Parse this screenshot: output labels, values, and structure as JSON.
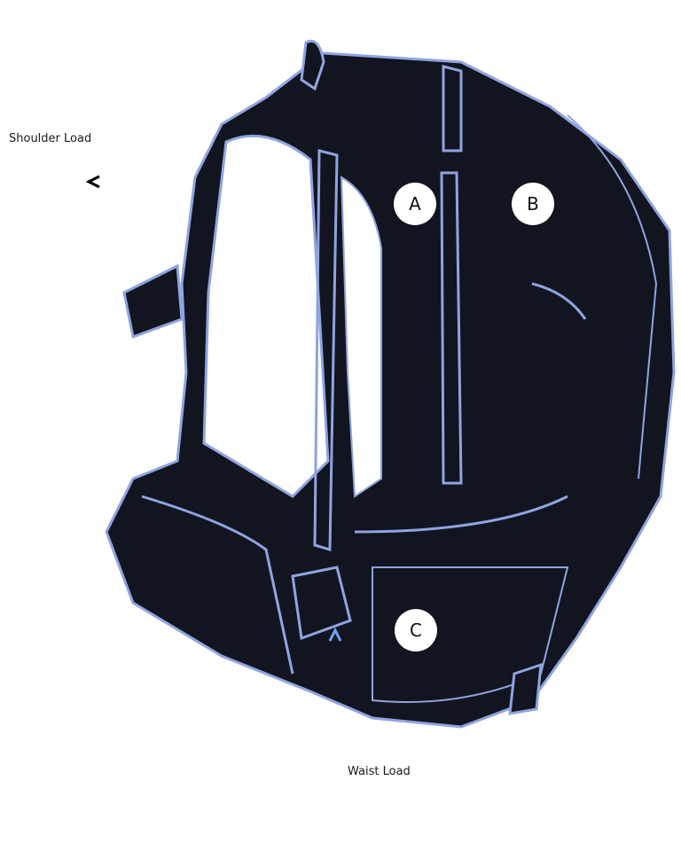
{
  "diagram": {
    "subject": "backpack",
    "labels": {
      "shoulder_load": "Shoulder Load",
      "waist_load": "Waist Load"
    },
    "markers": [
      {
        "id": "A",
        "label": "A"
      },
      {
        "id": "B",
        "label": "B"
      },
      {
        "id": "C",
        "label": "C"
      }
    ],
    "colors": {
      "pack_fill": "#12141f",
      "pack_outline": "#8fa4e0",
      "arrow_light": "#6ea6f0",
      "arrow_dark": "#000000"
    }
  }
}
